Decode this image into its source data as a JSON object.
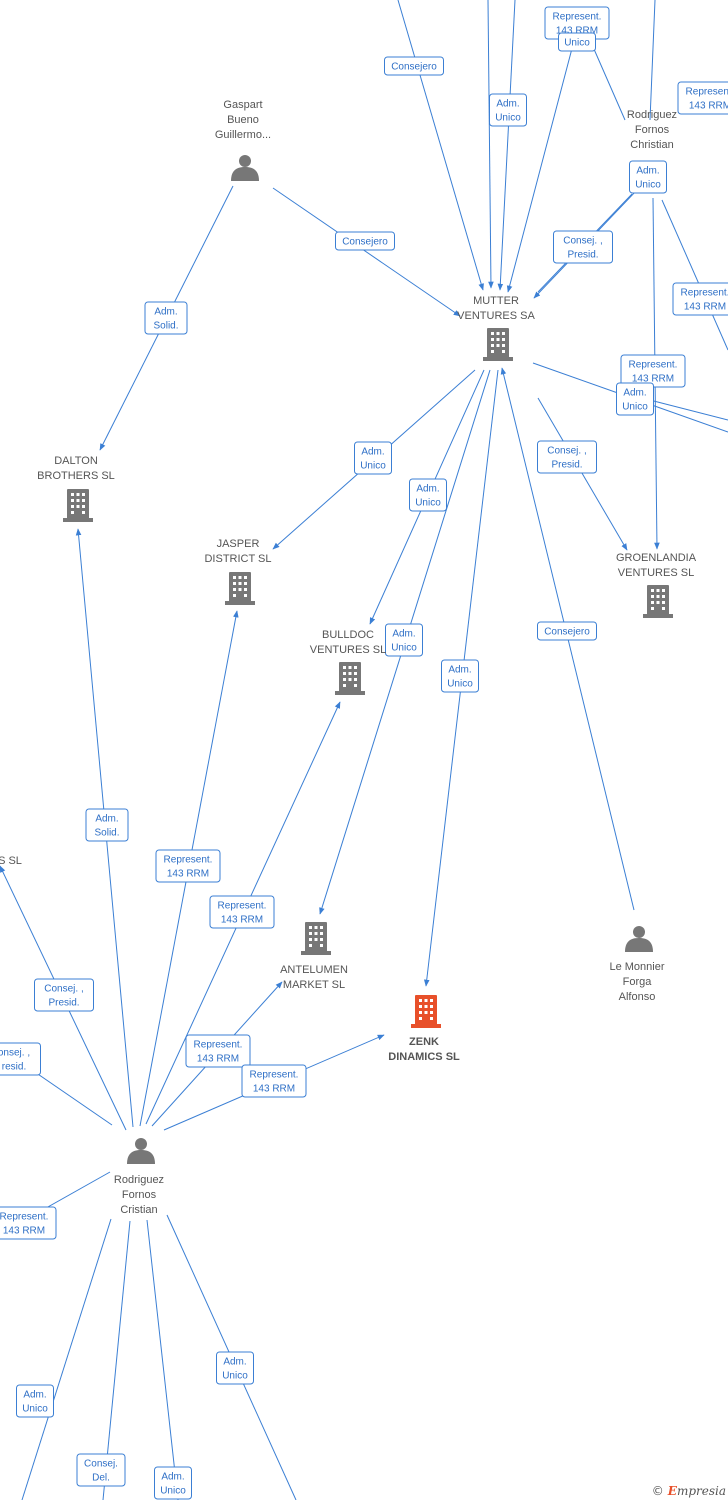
{
  "colors": {
    "edge": "#3b7fd4",
    "company": "#777777",
    "focus_company": "#e8502a",
    "person": "#777777"
  },
  "nodes": [
    {
      "id": "gaspart",
      "type": "person",
      "lines": [
        "Gaspart",
        "Bueno",
        "Guillermo..."
      ]
    },
    {
      "id": "rodriguez_top",
      "type": "person",
      "lines": [
        "Rodriguez",
        "Fornos",
        "Christian"
      ]
    },
    {
      "id": "mutter",
      "type": "company",
      "lines": [
        "MUTTER",
        "VENTURES SA"
      ]
    },
    {
      "id": "dalton",
      "type": "company",
      "lines": [
        "DALTON",
        "BROTHERS  SL"
      ]
    },
    {
      "id": "jasper",
      "type": "company",
      "lines": [
        "JASPER",
        "DISTRICT  SL"
      ]
    },
    {
      "id": "bulldoc",
      "type": "company",
      "lines": [
        "BULLDOC",
        "VENTURES  SL"
      ]
    },
    {
      "id": "groenlandia",
      "type": "company",
      "lines": [
        "GROENLANDIA",
        "VENTURES  SL"
      ]
    },
    {
      "id": "antelumen",
      "type": "company",
      "lines": [
        "ANTELUMEN",
        "MARKET  SL"
      ]
    },
    {
      "id": "zenk",
      "type": "focus",
      "lines": [
        "ZENK",
        "DINAMICS  SL"
      ]
    },
    {
      "id": "lemonnier",
      "type": "person",
      "lines": [
        "Le Monnier",
        "Forga",
        "Alfonso"
      ]
    },
    {
      "id": "rodriguez_main",
      "type": "person",
      "lines": [
        "Rodriguez",
        "Fornos",
        "Cristian"
      ]
    },
    {
      "id": "partial_left",
      "type": "text",
      "lines": [
        "S  SL"
      ]
    }
  ],
  "edge_labels": [
    {
      "id": "l1",
      "lines": [
        "Consejero"
      ]
    },
    {
      "id": "l2",
      "lines": [
        "Represent.",
        "143 RRM"
      ]
    },
    {
      "id": "l2b",
      "lines": [
        "Unico"
      ]
    },
    {
      "id": "l3",
      "lines": [
        "Adm.",
        "Unico"
      ]
    },
    {
      "id": "l4",
      "lines": [
        "Represent.",
        "143 RRM"
      ]
    },
    {
      "id": "l5",
      "lines": [
        "Adm.",
        "Unico"
      ]
    },
    {
      "id": "l6",
      "lines": [
        "Consejero"
      ]
    },
    {
      "id": "l7",
      "lines": [
        "Consej. ,",
        "Presid."
      ]
    },
    {
      "id": "l8",
      "lines": [
        "Adm.",
        "Solid."
      ]
    },
    {
      "id": "l9",
      "lines": [
        "Represent.",
        "143 RRM"
      ]
    },
    {
      "id": "l10",
      "lines": [
        "Represent.",
        "143 RRM"
      ]
    },
    {
      "id": "l11",
      "lines": [
        "Adm.",
        "Unico"
      ]
    },
    {
      "id": "l12",
      "lines": [
        "Adm.",
        "Unico"
      ]
    },
    {
      "id": "l13",
      "lines": [
        "Consej. ,",
        "Presid."
      ]
    },
    {
      "id": "l14",
      "lines": [
        "Adm.",
        "Unico"
      ]
    },
    {
      "id": "l15",
      "lines": [
        "Adm.",
        "Unico"
      ]
    },
    {
      "id": "l16",
      "lines": [
        "Adm.",
        "Unico"
      ]
    },
    {
      "id": "l17",
      "lines": [
        "Consejero"
      ]
    },
    {
      "id": "l18",
      "lines": [
        "Adm.",
        "Solid."
      ]
    },
    {
      "id": "l19",
      "lines": [
        "Represent.",
        "143 RRM"
      ]
    },
    {
      "id": "l20",
      "lines": [
        "Represent.",
        "143 RRM"
      ]
    },
    {
      "id": "l21",
      "lines": [
        "Consej. ,",
        "Presid."
      ]
    },
    {
      "id": "l22",
      "lines": [
        "onsej. ,",
        "resid."
      ]
    },
    {
      "id": "l23",
      "lines": [
        "Represent.",
        "143 RRM"
      ]
    },
    {
      "id": "l24",
      "lines": [
        "Represent.",
        "143 RRM"
      ]
    },
    {
      "id": "l25",
      "lines": [
        "Represent.",
        "143 RRM"
      ]
    },
    {
      "id": "l26",
      "lines": [
        "Adm.",
        "Unico"
      ]
    },
    {
      "id": "l27",
      "lines": [
        "Adm.",
        "Unico"
      ]
    },
    {
      "id": "l28",
      "lines": [
        "Consej.",
        "Del."
      ]
    },
    {
      "id": "l29",
      "lines": [
        "Adm.",
        "Unico"
      ]
    }
  ],
  "footer": {
    "copyright": "©",
    "brand_first": "E",
    "brand_rest": "mpresia"
  }
}
